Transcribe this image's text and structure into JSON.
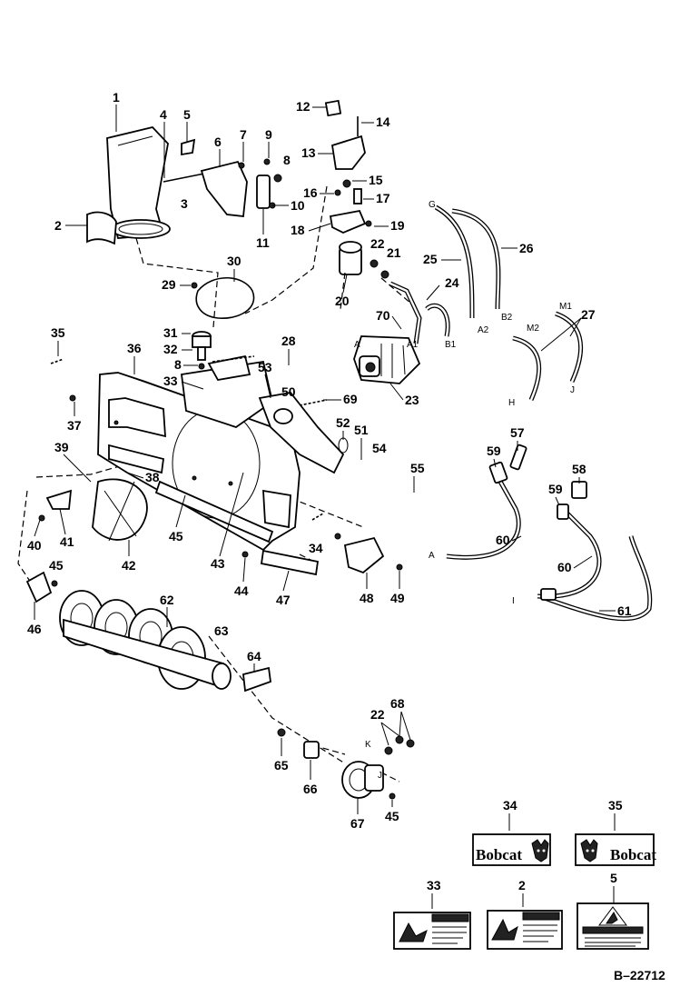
{
  "diagram": {
    "reference": "B–22712",
    "labels": [
      "1",
      "2",
      "3",
      "4",
      "5",
      "6",
      "7",
      "8",
      "9",
      "10",
      "11",
      "12",
      "13",
      "14",
      "15",
      "16",
      "17",
      "18",
      "19",
      "20",
      "21",
      "22",
      "23",
      "24",
      "25",
      "26",
      "27",
      "28",
      "29",
      "30",
      "31",
      "32",
      "8",
      "33",
      "35",
      "36",
      "37",
      "38",
      "39",
      "40",
      "41",
      "42",
      "43",
      "44",
      "45",
      "45",
      "46",
      "47",
      "48",
      "49",
      "50",
      "51",
      "52",
      "53",
      "54",
      "34",
      "55",
      "57",
      "58",
      "59",
      "59",
      "60",
      "60",
      "61",
      "62",
      "63",
      "64",
      "65",
      "66",
      "67",
      "45",
      "22",
      "68",
      "69",
      "70"
    ],
    "hose_ends": [
      "G",
      "A2",
      "B2",
      "M1",
      "M2",
      "J",
      "H",
      "A",
      "B1",
      "A1",
      "A",
      "K",
      "J",
      "I"
    ],
    "decals": {
      "decal_34": {
        "number": "34",
        "brand": "Bobcat"
      },
      "decal_35": {
        "number": "35",
        "brand": "Bobcat"
      },
      "decal_33": {
        "number": "33"
      },
      "decal_2": {
        "number": "2"
      },
      "decal_5": {
        "number": "5"
      }
    }
  },
  "icons": {
    "danger_label": "warning-triangle",
    "bobcat_logo": "bobcat-head"
  }
}
